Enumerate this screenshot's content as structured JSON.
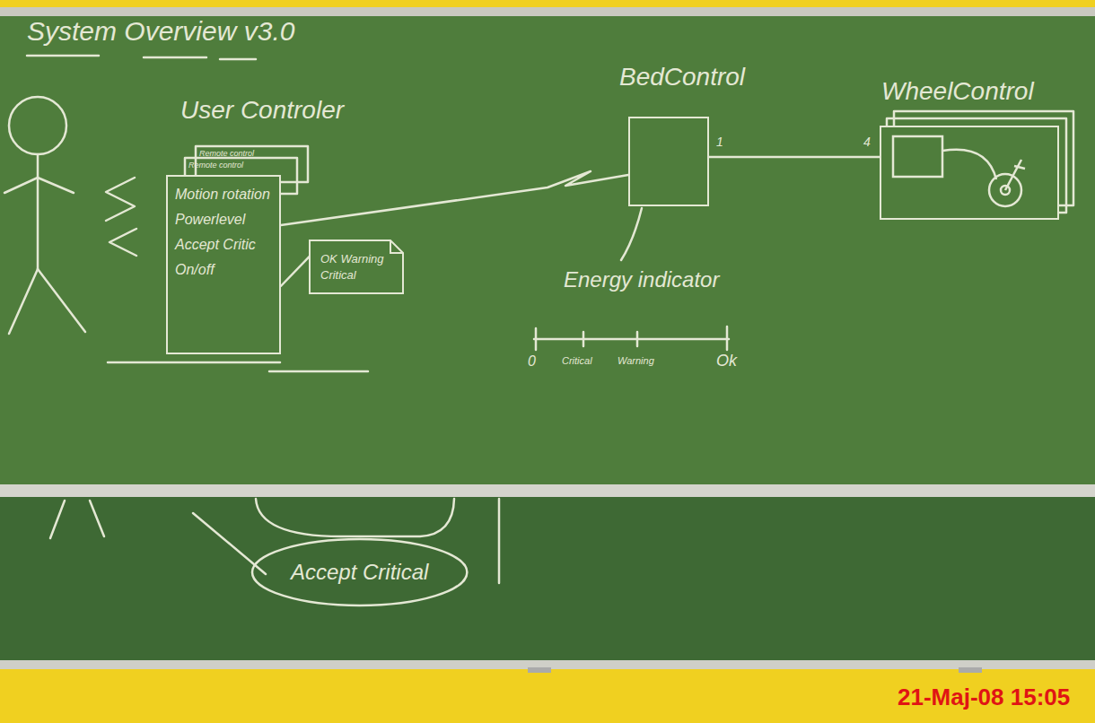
{
  "diagram": {
    "title": "System Overview v3.0",
    "nodes": [
      {
        "text": [
          "User Controler",
          "Motion rotation",
          "Powerlevel",
          "Accept Critic",
          "On/off"
        ]
      },
      {
        "text": [
          "OK Warning Critical"
        ]
      },
      {
        "text": [
          "BedControl"
        ]
      },
      {
        "text": [
          "WheelControl"
        ]
      },
      {
        "text": [
          "Accept Critical"
        ]
      }
    ],
    "edges": [
      {
        "from": 0,
        "to": 1,
        "arrow": "none"
      },
      {
        "from": 0,
        "to": 2,
        "arrow": "none"
      },
      {
        "from": 2,
        "to": 3,
        "arrow": "none"
      }
    ],
    "labels": [
      "Remote control",
      "Remote control",
      "1",
      "4",
      "Energy indicator",
      "0",
      "Critical",
      "Warning",
      "Ok",
      "21-Maj-08 15:05"
    ]
  }
}
